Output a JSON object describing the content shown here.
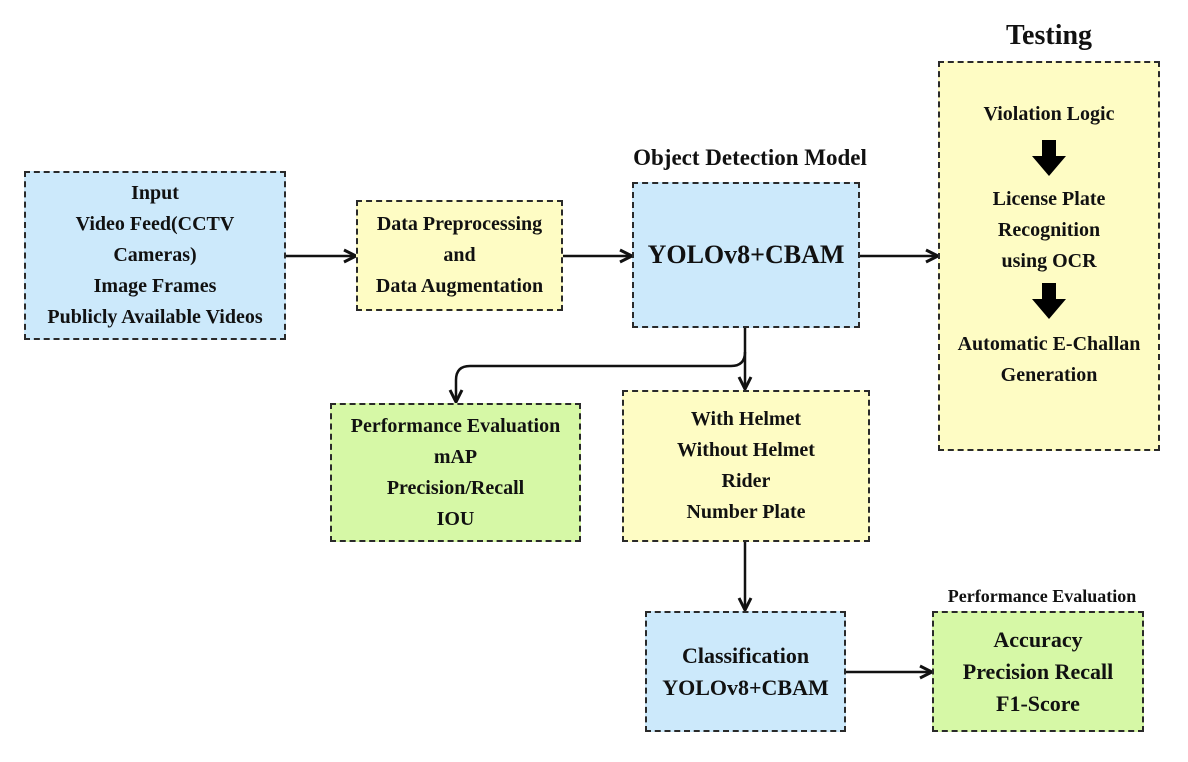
{
  "titles": {
    "testing": "Testing",
    "object_detection": "Object Detection Model",
    "perf_eval_small": "Performance Evaluation"
  },
  "input_box": {
    "lines": [
      "Input",
      "Video Feed(CCTV",
      "Cameras)",
      "Image Frames",
      "Publicly Available Videos"
    ]
  },
  "preprocess_box": {
    "lines": [
      "Data Preprocessing",
      "and",
      "Data Augmentation"
    ]
  },
  "detection_box": {
    "lines": [
      "YOLOv8+CBAM"
    ]
  },
  "testing_box": {
    "step1": "Violation Logic",
    "step2": [
      "License Plate",
      "Recognition",
      "using OCR"
    ],
    "step3": [
      "Automatic E-Challan",
      "Generation"
    ]
  },
  "perf_box": {
    "lines": [
      "Performance Evaluation",
      "mAP",
      "Precision/Recall",
      "IOU"
    ]
  },
  "classes_box": {
    "lines": [
      "With Helmet",
      "Without Helmet",
      "Rider",
      "Number Plate"
    ]
  },
  "classification_box": {
    "lines": [
      "Classification",
      "YOLOv8+CBAM"
    ]
  },
  "metrics_box": {
    "lines": [
      "Accuracy",
      "Precision Recall",
      "F1-Score"
    ]
  },
  "colors": {
    "blue": "#cce9fb",
    "yellow": "#fefcc4",
    "green": "#d6f8a6",
    "border": "#2a2a2a"
  }
}
